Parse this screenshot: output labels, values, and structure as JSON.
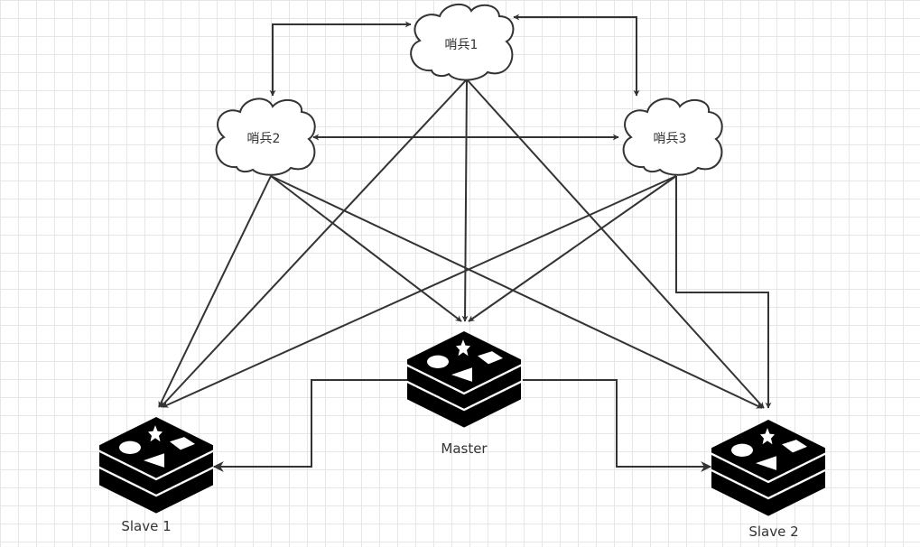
{
  "diagram": {
    "sentinels": [
      {
        "id": "s1",
        "label": "哨兵1"
      },
      {
        "id": "s2",
        "label": "哨兵2"
      },
      {
        "id": "s3",
        "label": "哨兵3"
      }
    ],
    "servers": [
      {
        "id": "master",
        "label": "Master",
        "icon": "redis-icon"
      },
      {
        "id": "slave1",
        "label": "Slave 1",
        "icon": "redis-icon"
      },
      {
        "id": "slave2",
        "label": "Slave 2",
        "icon": "redis-icon"
      }
    ],
    "edges": [
      {
        "from": "s1",
        "to": "s2",
        "bidirectional": true
      },
      {
        "from": "s1",
        "to": "s3",
        "bidirectional": true
      },
      {
        "from": "s2",
        "to": "s3",
        "bidirectional": true
      },
      {
        "from": "s1",
        "to": "master"
      },
      {
        "from": "s1",
        "to": "slave1"
      },
      {
        "from": "s1",
        "to": "slave2"
      },
      {
        "from": "s2",
        "to": "master"
      },
      {
        "from": "s2",
        "to": "slave1"
      },
      {
        "from": "s2",
        "to": "slave2"
      },
      {
        "from": "s3",
        "to": "master"
      },
      {
        "from": "s3",
        "to": "slave1"
      },
      {
        "from": "s3",
        "to": "slave2"
      },
      {
        "from": "master",
        "to": "slave1"
      },
      {
        "from": "master",
        "to": "slave2"
      }
    ],
    "colors": {
      "stroke": "#333333",
      "icon": "#000000",
      "grid": "#e6e6e6",
      "background": "#ffffff"
    }
  }
}
